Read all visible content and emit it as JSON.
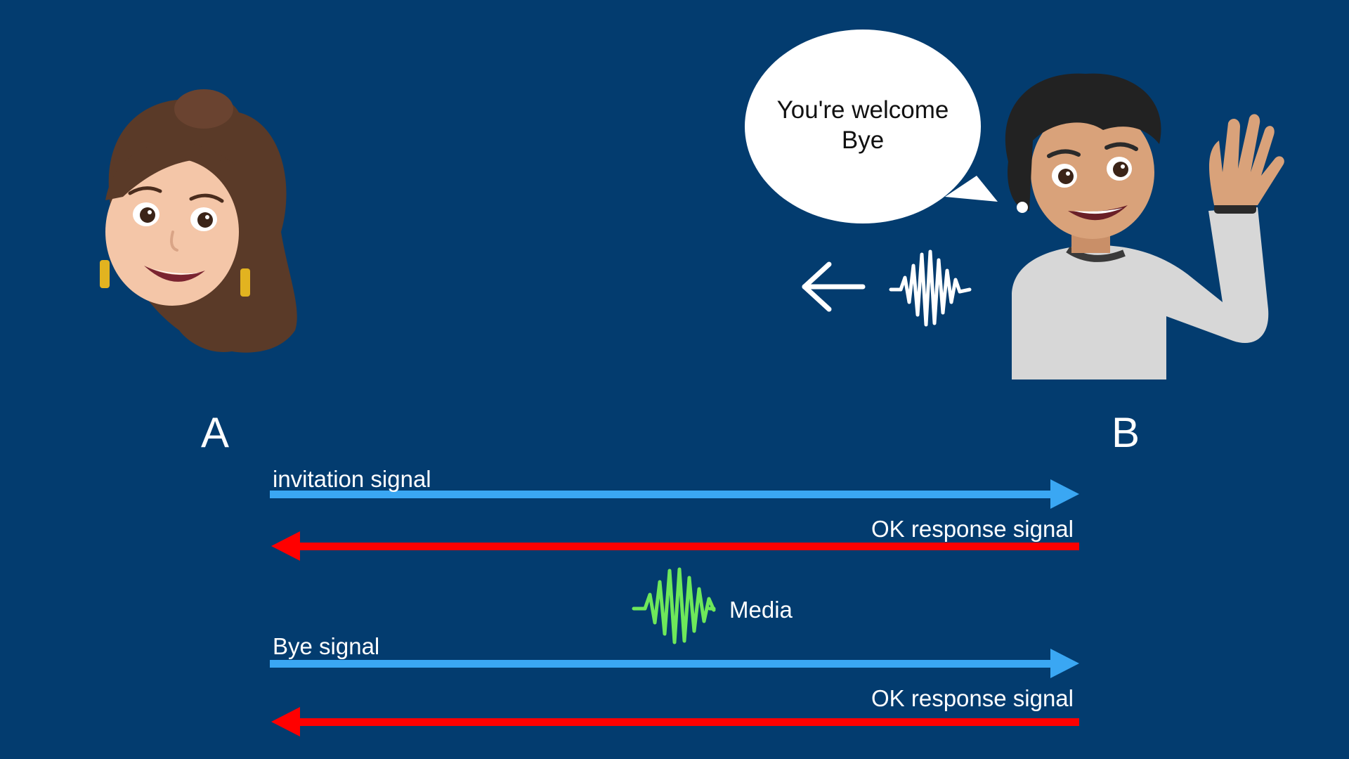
{
  "parties": {
    "a": {
      "label": "A",
      "avatar": "woman-memoji-avatar"
    },
    "b": {
      "label": "B",
      "avatar": "boy-waving-memoji-avatar"
    }
  },
  "speech_bubble": {
    "line1": "You're welcome",
    "line2": "Bye"
  },
  "sound_direction": {
    "icon": "arrow-left-icon",
    "wave_icon": "sound-wave-icon"
  },
  "signals": [
    {
      "label": "invitation signal",
      "direction": "A-to-B",
      "color": "#3aa7f3"
    },
    {
      "label": "OK response signal",
      "direction": "B-to-A",
      "color": "#ff0000"
    },
    {
      "label": "Bye signal",
      "direction": "A-to-B",
      "color": "#3aa7f3"
    },
    {
      "label": "OK response signal",
      "direction": "B-to-A",
      "color": "#ff0000"
    }
  ],
  "media": {
    "label": "Media",
    "color": "#6ee85a",
    "icon": "sound-wave-icon"
  },
  "colors": {
    "background": "#033c6f"
  }
}
